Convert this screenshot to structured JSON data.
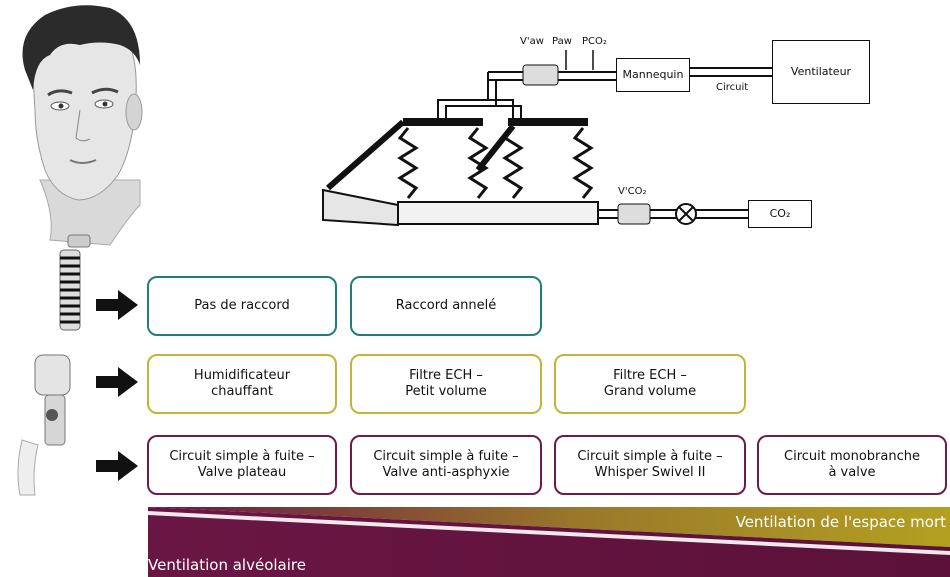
{
  "diagram": {
    "sensors": {
      "vaw": "V'aw",
      "paw": "Paw",
      "pco2": "PCO₂",
      "vco2": "V'CO₂"
    },
    "mannequin": "Mannequin",
    "ventilateur": "Ventilateur",
    "circuit": "Circuit",
    "co2": "CO₂"
  },
  "rows": [
    {
      "color": "#1f7d7d",
      "boxes": [
        "Pas de raccord",
        "Raccord annelé"
      ]
    },
    {
      "color": "#c4b33a",
      "boxes": [
        "Humidificateur\nchauffant",
        "Filtre ECH –\nPetit volume",
        "Filtre ECH –\nGrand volume"
      ]
    },
    {
      "color": "#6e1a4a",
      "boxes": [
        "Circuit simple à fuite –\nValve plateau",
        "Circuit simple à fuite –\nValve anti-asphyxie",
        "Circuit simple à fuite –\nWhisper Swivel II",
        "Circuit monobranche\nà valve"
      ]
    }
  ],
  "bands": {
    "dead_space": "Ventilation de l'espace mort",
    "alveolar": "Ventilation alvéolaire",
    "gold": "#b3a021",
    "plum": "#6a1644"
  },
  "arrow": {
    "color": "#111111",
    "icon": "arrow-right-icon"
  }
}
